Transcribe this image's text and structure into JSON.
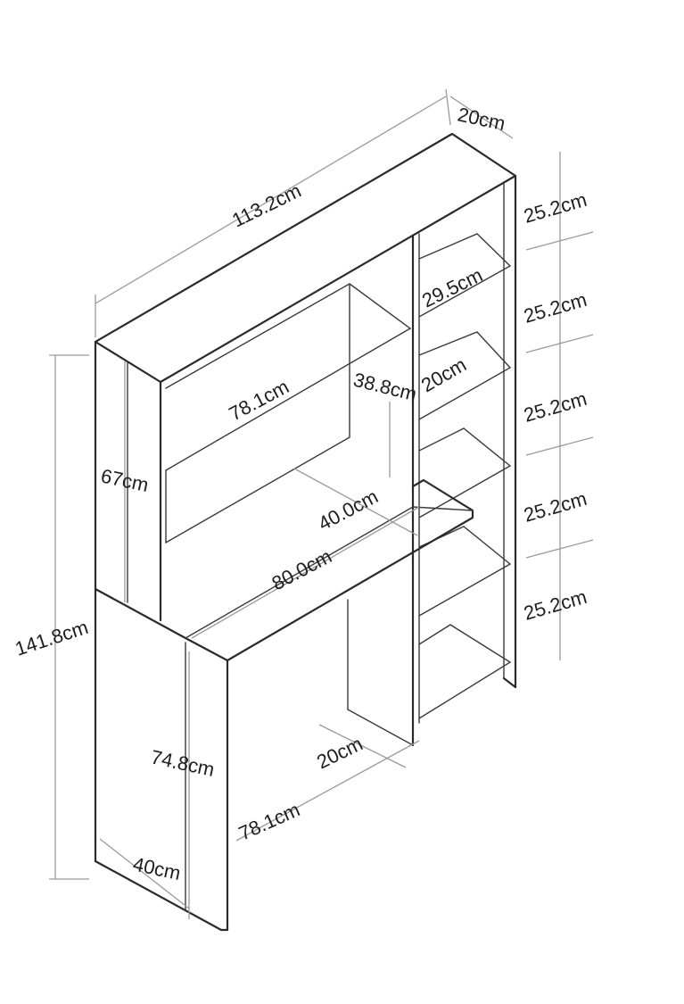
{
  "dimensions": {
    "overall_width": "113.2cm",
    "overall_depth": "20cm",
    "overall_height": "141.8cm",
    "shelf_height_1": "25.2cm",
    "shelf_height_2": "25.2cm",
    "shelf_height_3": "25.2cm",
    "shelf_height_4": "25.2cm",
    "shelf_height_5": "25.2cm",
    "shelf_width": "29.5cm",
    "shelf_depth": "20cm",
    "hutch_height": "67cm",
    "hutch_shelf_width": "78.1cm",
    "hutch_shelf_height": "38.8cm",
    "desk_depth": "40.0cm",
    "desk_width": "80.0cm",
    "desk_leg_height": "74.8cm",
    "leg_depth": "40cm",
    "under_desk_width": "78.1cm",
    "inner_panel_depth": "20cm"
  }
}
